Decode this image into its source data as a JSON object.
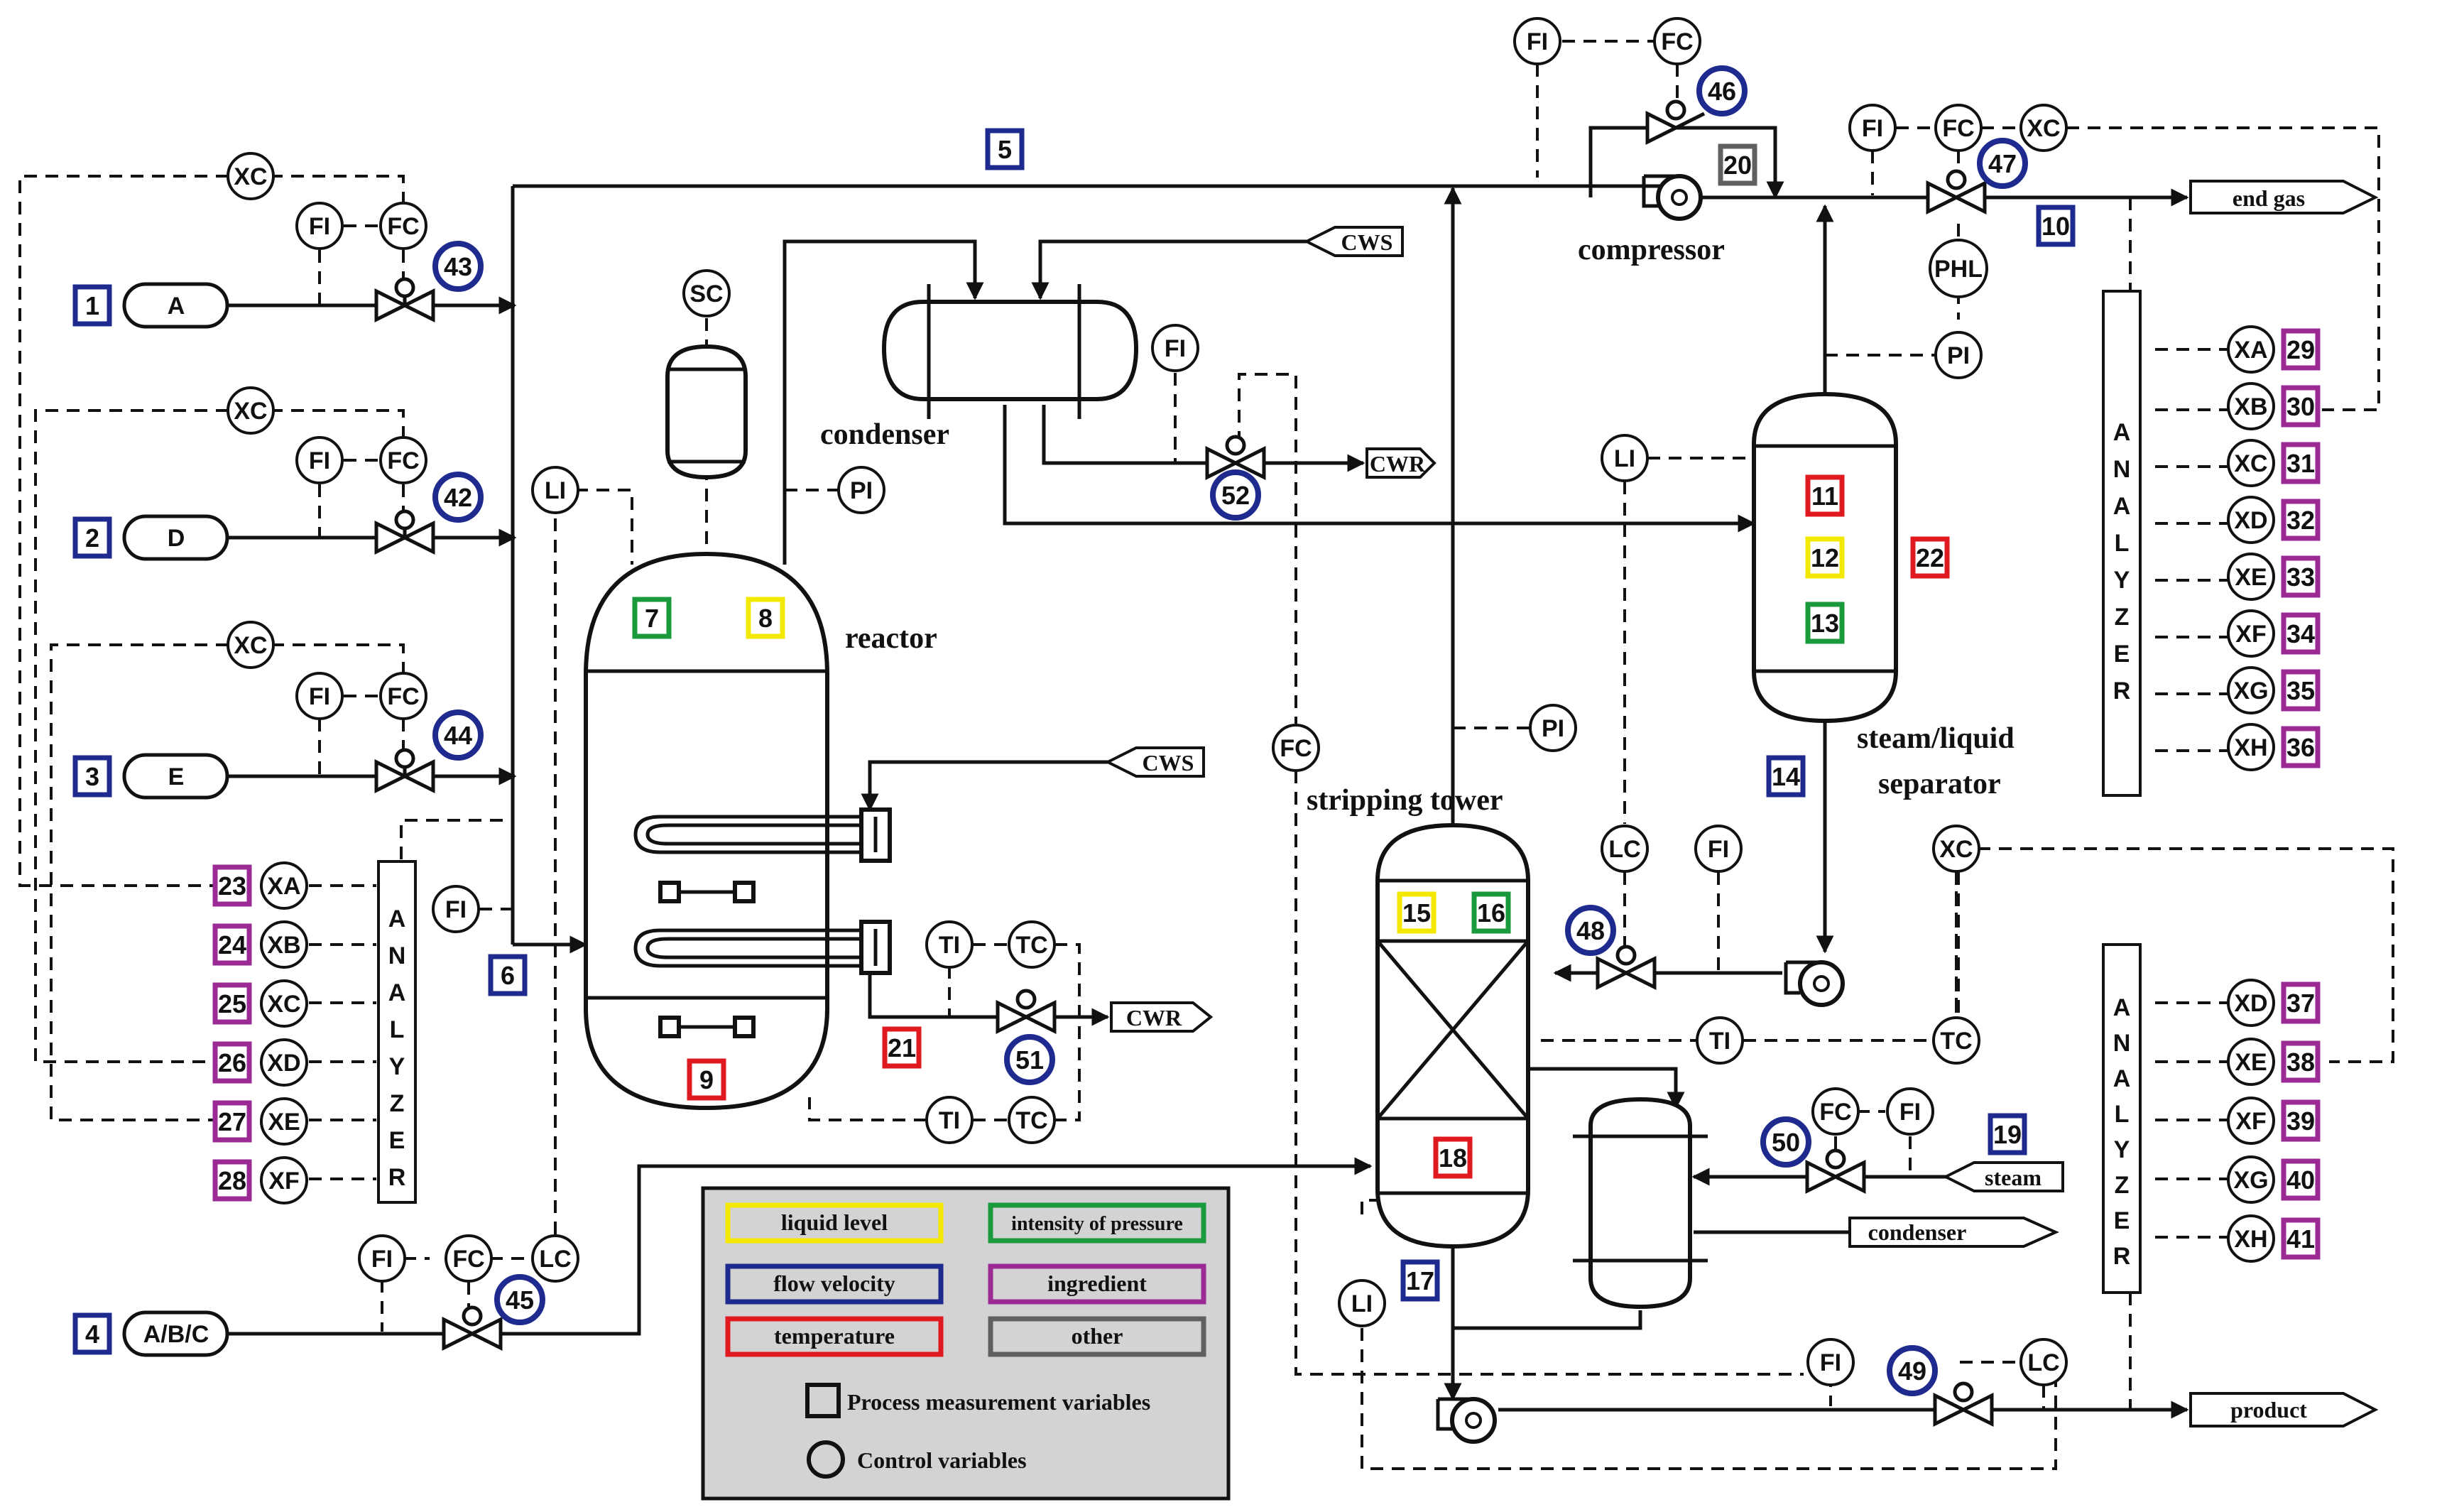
{
  "colors": {
    "flow_velocity": "#1f2a8f",
    "liquid_level": "#f2e800",
    "intensity_of_pressure": "#1a9a3c",
    "temperature": "#e0181f",
    "ingredient": "#9b2a94",
    "other": "#606060",
    "legend_bg": "#d3d3d3"
  },
  "labels": {
    "reactor": "reactor",
    "condenser_top": "condenser",
    "compressor": "compressor",
    "separator_line1": "steam/liquid",
    "separator_line2": "separator",
    "stripping_tower": "stripping tower"
  },
  "feeds": {
    "A": "A",
    "D": "D",
    "E": "E",
    "ABC": "A/B/C"
  },
  "outlet_tags": {
    "cws1": "CWS",
    "cwr1": "CWR",
    "cws2": "CWS",
    "cwr2": "CWR",
    "end_gas": "end gas",
    "product": "product",
    "steam": "steam",
    "condenser_out": "condenser"
  },
  "analyzer_letters": [
    "A",
    "N",
    "A",
    "L",
    "Y",
    "Z",
    "E",
    "R"
  ],
  "instruments": {
    "xc_a": "XC",
    "fi_a": "FI",
    "fc_a": "FC",
    "xc_d": "XC",
    "fi_d": "FI",
    "fc_d": "FC",
    "xc_e": "XC",
    "fi_e": "FI",
    "fc_e": "FC",
    "fi_abc": "FI",
    "fc_abc": "FC",
    "lc_abc": "LC",
    "sc": "SC",
    "li_r": "LI",
    "pi_r": "PI",
    "fi_r": "FI",
    "ti_c1": "TI",
    "tc_c1": "TC",
    "ti_c2": "TI",
    "tc_c2": "TC",
    "fi_cond": "FI",
    "fc_mid": "FC",
    "fi_top": "FI",
    "fc_top": "FC",
    "fi_eg": "FI",
    "fc_eg": "FC",
    "xc_eg": "XC",
    "phl": "PHL",
    "pi_sep": "PI",
    "li_sep": "LI",
    "lc_sep": "LC",
    "fi_sep": "FI",
    "pi_st": "PI",
    "xc_st": "XC",
    "ti_st": "TI",
    "tc_st": "TC",
    "fc_steam": "FC",
    "fi_steam": "FI",
    "li_st": "LI",
    "fi_prod": "FI",
    "lc_prod": "LC"
  },
  "analyzer1": [
    {
      "id": "23",
      "inst": "XA"
    },
    {
      "id": "24",
      "inst": "XB"
    },
    {
      "id": "25",
      "inst": "XC"
    },
    {
      "id": "26",
      "inst": "XD"
    },
    {
      "id": "27",
      "inst": "XE"
    },
    {
      "id": "28",
      "inst": "XF"
    }
  ],
  "analyzer2": [
    {
      "id": "29",
      "inst": "XA"
    },
    {
      "id": "30",
      "inst": "XB"
    },
    {
      "id": "31",
      "inst": "XC"
    },
    {
      "id": "32",
      "inst": "XD"
    },
    {
      "id": "33",
      "inst": "XE"
    },
    {
      "id": "34",
      "inst": "XF"
    },
    {
      "id": "35",
      "inst": "XG"
    },
    {
      "id": "36",
      "inst": "XH"
    }
  ],
  "analyzer3": [
    {
      "id": "37",
      "inst": "XD"
    },
    {
      "id": "38",
      "inst": "XE"
    },
    {
      "id": "39",
      "inst": "XF"
    },
    {
      "id": "40",
      "inst": "XG"
    },
    {
      "id": "41",
      "inst": "XH"
    }
  ],
  "variables": {
    "v1": "1",
    "v2": "2",
    "v3": "3",
    "v4": "4",
    "v5": "5",
    "v6": "6",
    "v7": "7",
    "v8": "8",
    "v9": "9",
    "v10": "10",
    "v11": "11",
    "v12": "12",
    "v13": "13",
    "v14": "14",
    "v15": "15",
    "v16": "16",
    "v17": "17",
    "v18": "18",
    "v19": "19",
    "v20": "20",
    "v21": "21",
    "v22": "22"
  },
  "controls": {
    "c42": "42",
    "c43": "43",
    "c44": "44",
    "c45": "45",
    "c46": "46",
    "c47": "47",
    "c48": "48",
    "c49": "49",
    "c50": "50",
    "c51": "51",
    "c52": "52"
  },
  "legend": {
    "liquid_level": "liquid level",
    "intensity_of_pressure": "intensity of pressure",
    "flow_velocity": "flow velocity",
    "ingredient": "ingredient",
    "temperature": "temperature",
    "other": "other",
    "process_measurement": "Process measurement variables",
    "control_variables": "Control variables"
  }
}
